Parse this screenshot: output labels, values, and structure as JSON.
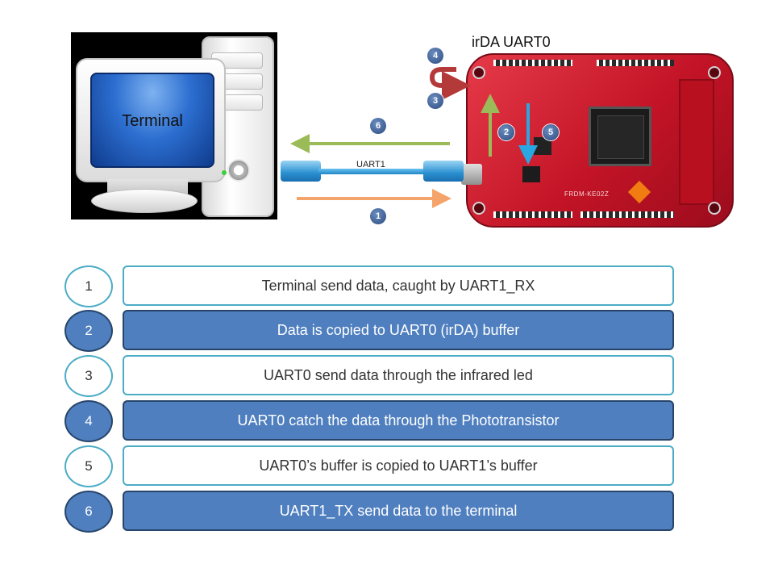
{
  "diagram": {
    "title": "irDA UART0",
    "terminal_label": "Terminal",
    "cable_label": "UART1",
    "board_label": "FRDM-KE02Z",
    "badges": [
      "1",
      "2",
      "3",
      "4",
      "5",
      "6"
    ]
  },
  "steps": [
    {
      "num": "1",
      "text": "Terminal send data, caught by UART1_RX"
    },
    {
      "num": "2",
      "text": "Data is copied to UART0 (irDA) buffer"
    },
    {
      "num": "3",
      "text": "UART0 send data through the infrared led"
    },
    {
      "num": "4",
      "text": "UART0 catch the data through the Phototransistor"
    },
    {
      "num": "5",
      "text": "UART0’s buffer is copied to UART1’s buffer"
    },
    {
      "num": "6",
      "text": "UART1_TX send data to the terminal"
    }
  ],
  "colors": {
    "arrow_rx": "#f4a46a",
    "arrow_tx": "#9bbb59",
    "arrow_up": "#9bbb59",
    "arrow_down": "#2aa6e0",
    "loop_arrow": "#b43a3a",
    "step_light_border": "#4bacc6",
    "step_dark_fill": "#4f7fbf"
  }
}
